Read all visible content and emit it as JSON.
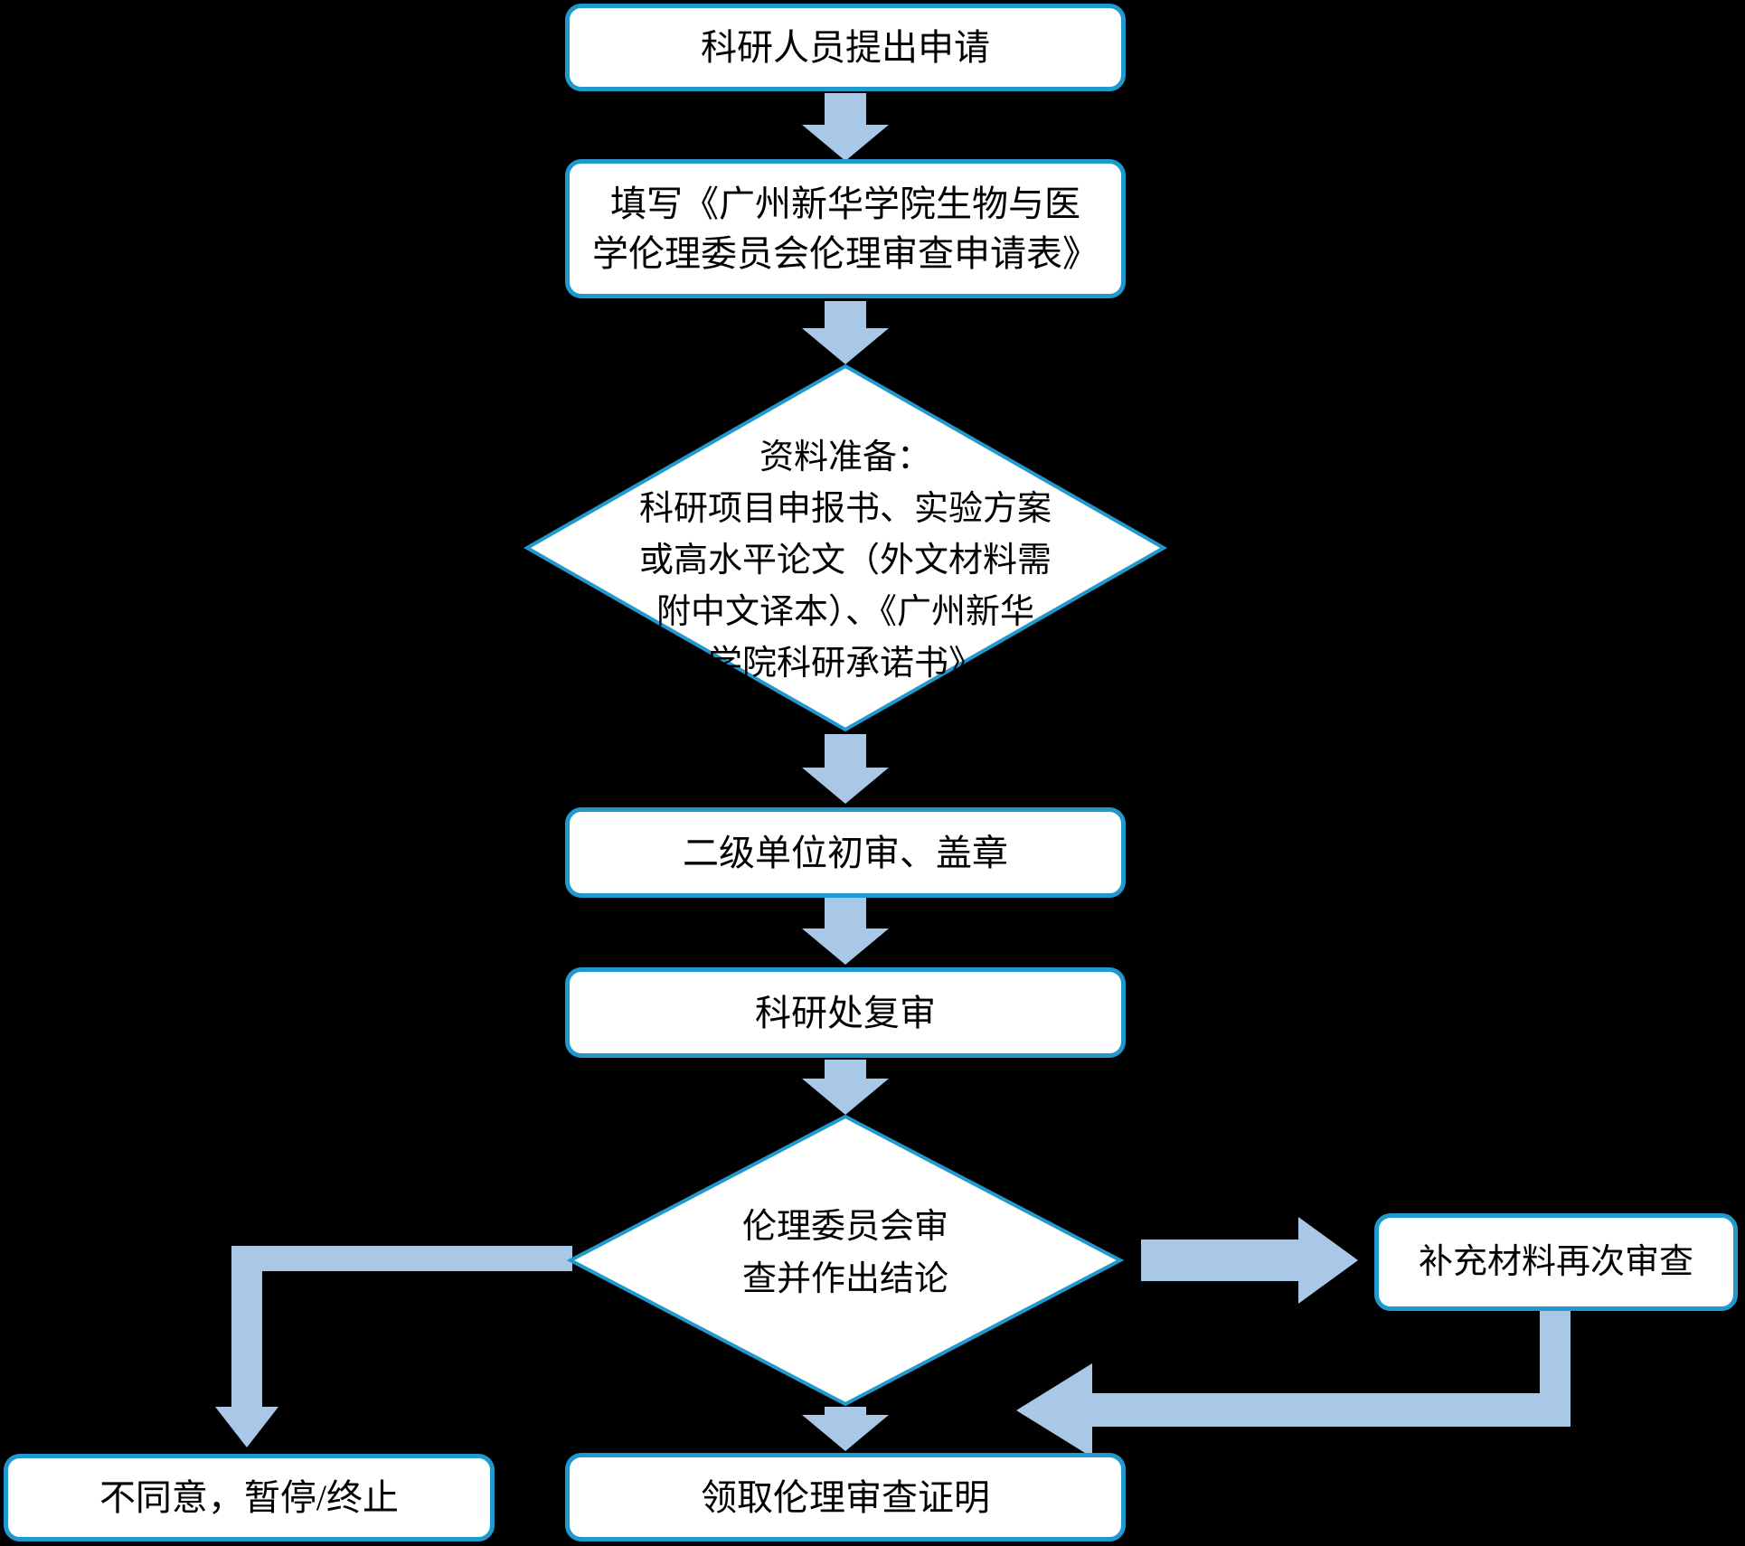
{
  "flowchart": {
    "colors": {
      "background": "#000000",
      "box_fill": "#ffffff",
      "box_border": "#2099ce",
      "arrow_fill": "#a9c7e6",
      "text": "#000000"
    },
    "nodes": {
      "apply": {
        "label": "科研人员提出申请"
      },
      "fill_form": {
        "lines": [
          "填写《广州新华学院生物与医",
          "学伦理委员会伦理审查申请表》"
        ]
      },
      "prepare": {
        "lines": [
          "资料准备：",
          "科研项目申报书、实验方案",
          "或高水平论文（外文材料需",
          "附中文译本）、《广州新华",
          "学院科研承诺书》"
        ]
      },
      "unit_review": {
        "label": "二级单位初审、盖章"
      },
      "office_review": {
        "label": "科研处复审"
      },
      "committee_review": {
        "lines": [
          "伦理委员会审",
          "查并作出结论"
        ]
      },
      "supplement_review": {
        "label": "补充材料再次审查"
      },
      "disagree": {
        "label": "不同意，暂停/终止"
      },
      "certificate": {
        "label": "领取伦理审查证明"
      }
    }
  }
}
